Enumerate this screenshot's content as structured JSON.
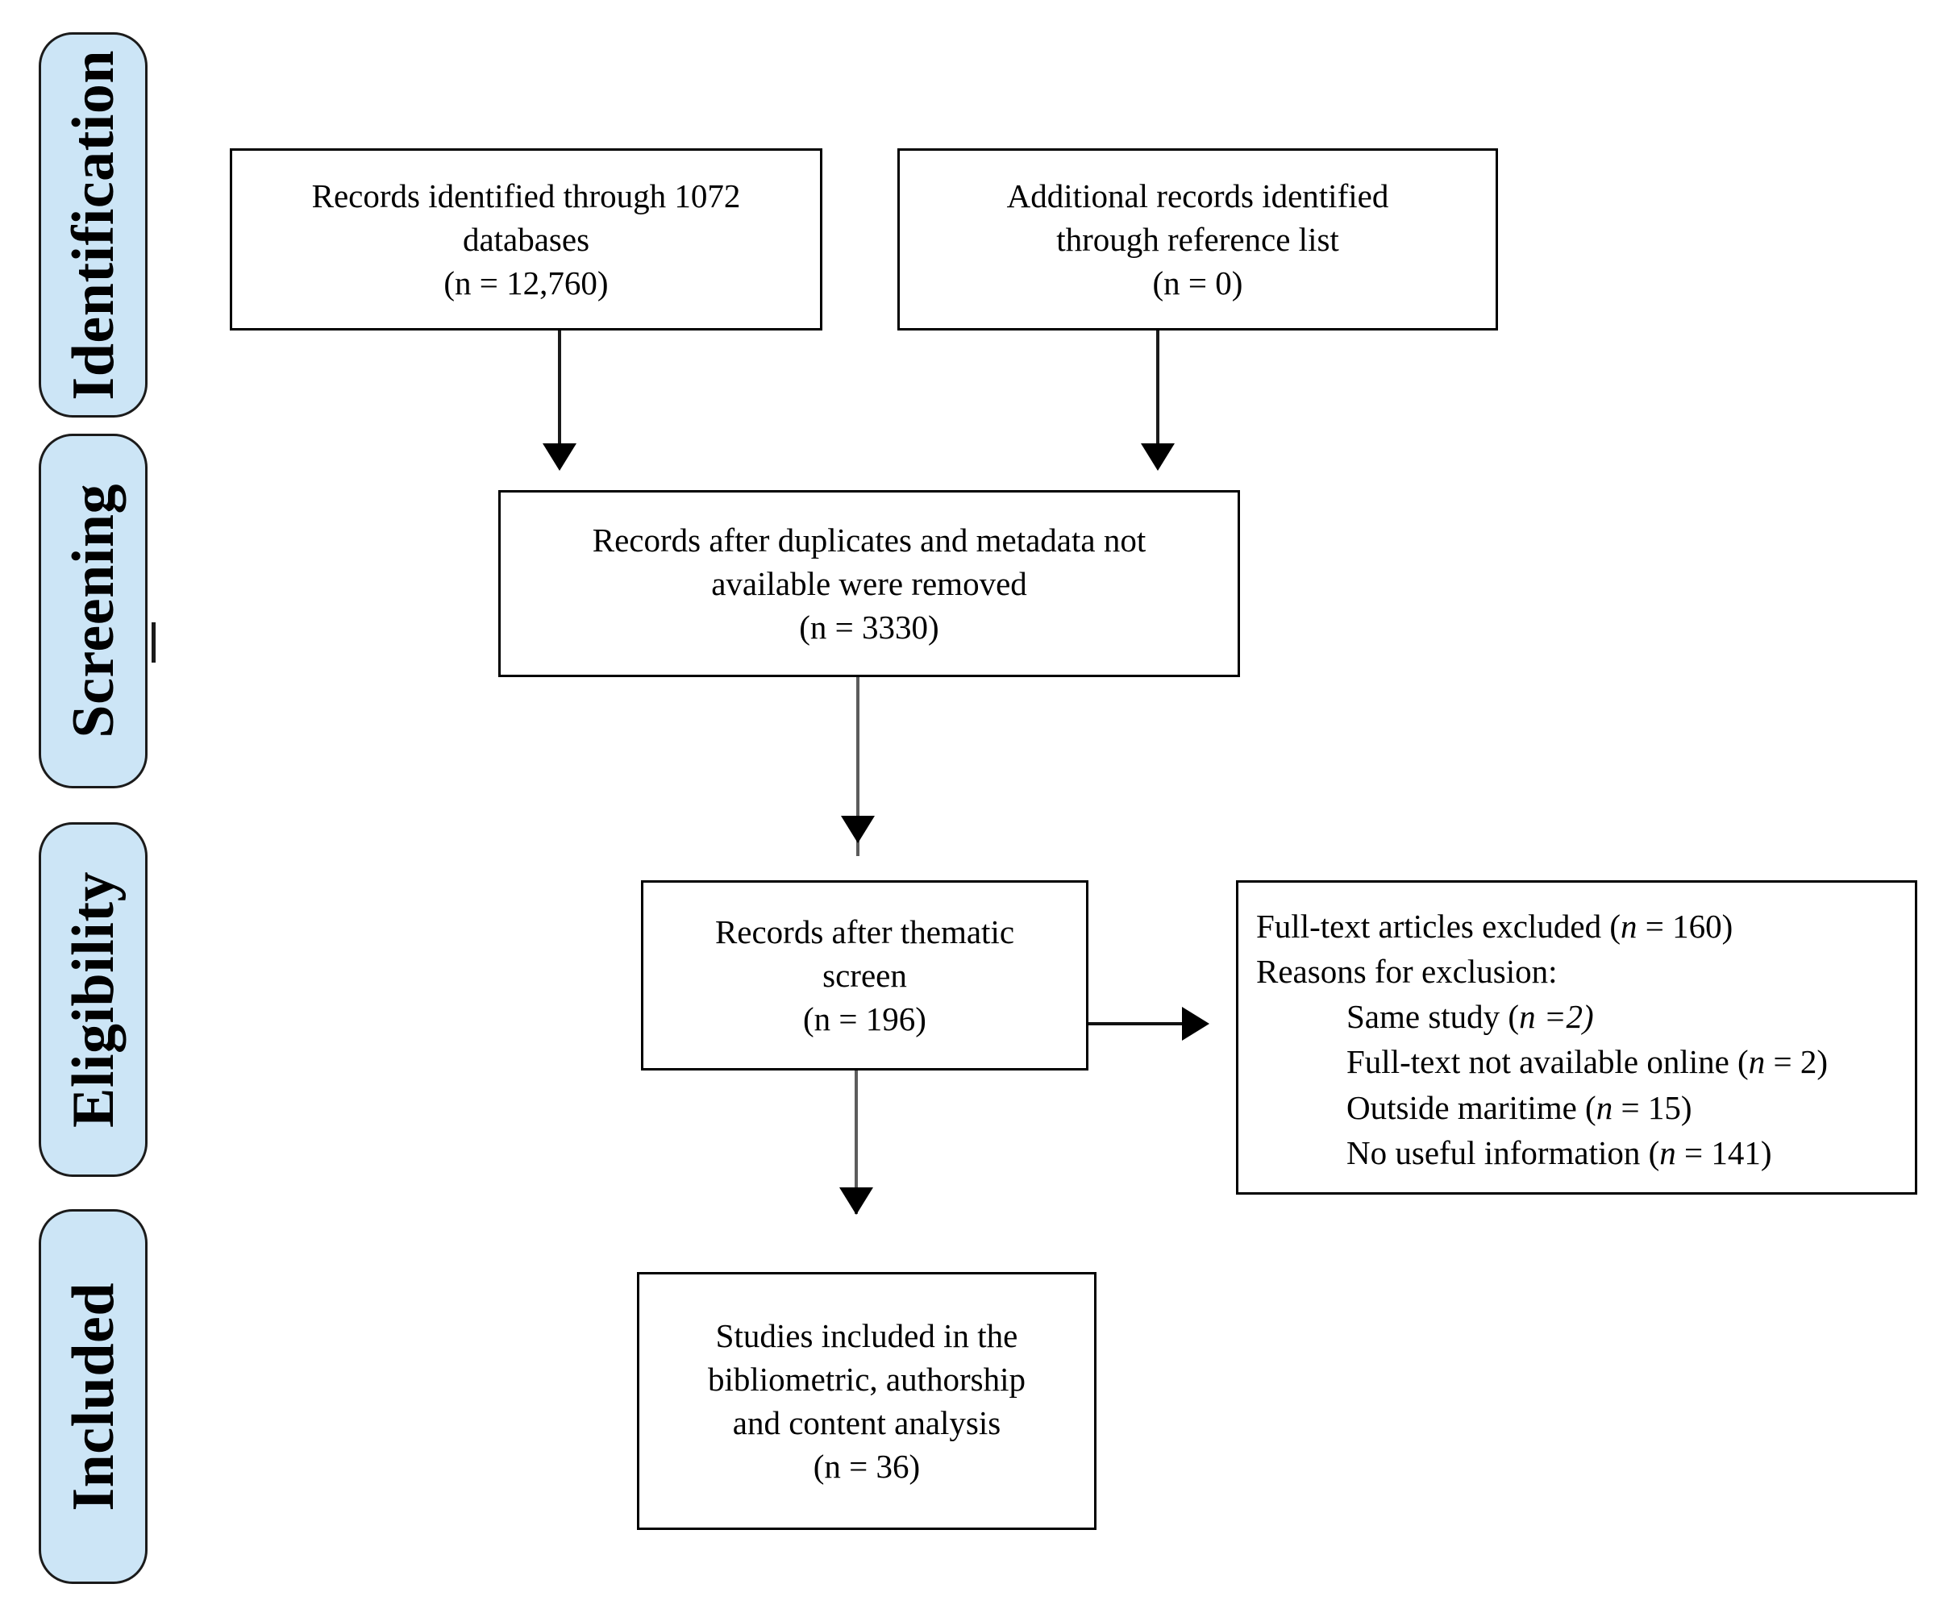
{
  "diagram": {
    "title": "PRISMA flow diagram",
    "accent_color": "#cce5f6",
    "line_color": "#000000"
  },
  "phases": [
    {
      "label": "Identification"
    },
    {
      "label": "Screening"
    },
    {
      "label": "Eligibility"
    },
    {
      "label": "Included"
    }
  ],
  "boxes": {
    "identified_databases": {
      "line1": "Records identified through 1072",
      "line2": "databases",
      "line3": "(n = 12,760)"
    },
    "additional_records": {
      "line1": "Additional records identified",
      "line2": "through reference list",
      "line3": "(n = 0)"
    },
    "duplicates_removed": {
      "line1": "Records after duplicates and metadata not",
      "line2": "available were removed",
      "line3": "(n = 3330)"
    },
    "thematic_screen": {
      "line1": "Records after thematic",
      "line2": "screen",
      "line3": "(n = 196)"
    },
    "excluded": {
      "heading_prefix": "Full-text articles excluded (",
      "heading_n": "n",
      "heading_suffix": " = 160)",
      "reasons_label": "Reasons for exclusion:",
      "reasons": [
        {
          "text": "Same study (",
          "n": "n",
          "value": " =2)",
          "value_italic": true
        },
        {
          "text": "Full-text not available online (",
          "n": "n",
          "value": " = 2)",
          "value_italic": false
        },
        {
          "text": "Outside maritime (",
          "n": "n",
          "value": " = 15)",
          "value_italic": false
        },
        {
          "text": "No useful information (",
          "n": "n",
          "value": " = 141)",
          "value_italic": false
        }
      ]
    },
    "included_studies": {
      "line1": "Studies included in the",
      "line2": "bibliometric, authorship",
      "line3": "and content analysis",
      "line4": "(n = 36)"
    }
  },
  "connectors": [
    {
      "name": "identified-to-duplicates"
    },
    {
      "name": "additional-to-duplicates"
    },
    {
      "name": "duplicates-to-thematic"
    },
    {
      "name": "thematic-to-excluded"
    },
    {
      "name": "thematic-to-included"
    }
  ]
}
